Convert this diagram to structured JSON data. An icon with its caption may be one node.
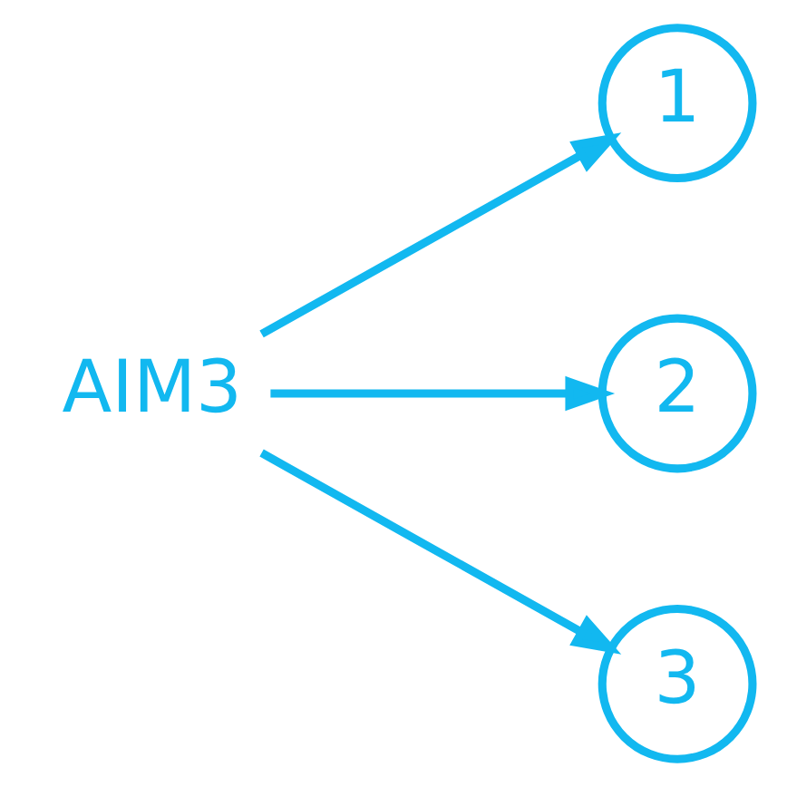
{
  "diagram": {
    "nodes": [
      {
        "text": [
          "AIM3"
        ]
      },
      {
        "text": [
          "1"
        ]
      },
      {
        "text": [
          "2"
        ]
      },
      {
        "text": [
          "3"
        ]
      }
    ],
    "edges": [
      {
        "from": 0,
        "to": 1,
        "arrow": "to"
      },
      {
        "from": 0,
        "to": 2,
        "arrow": "to"
      },
      {
        "from": 0,
        "to": 3,
        "arrow": "to"
      }
    ]
  }
}
